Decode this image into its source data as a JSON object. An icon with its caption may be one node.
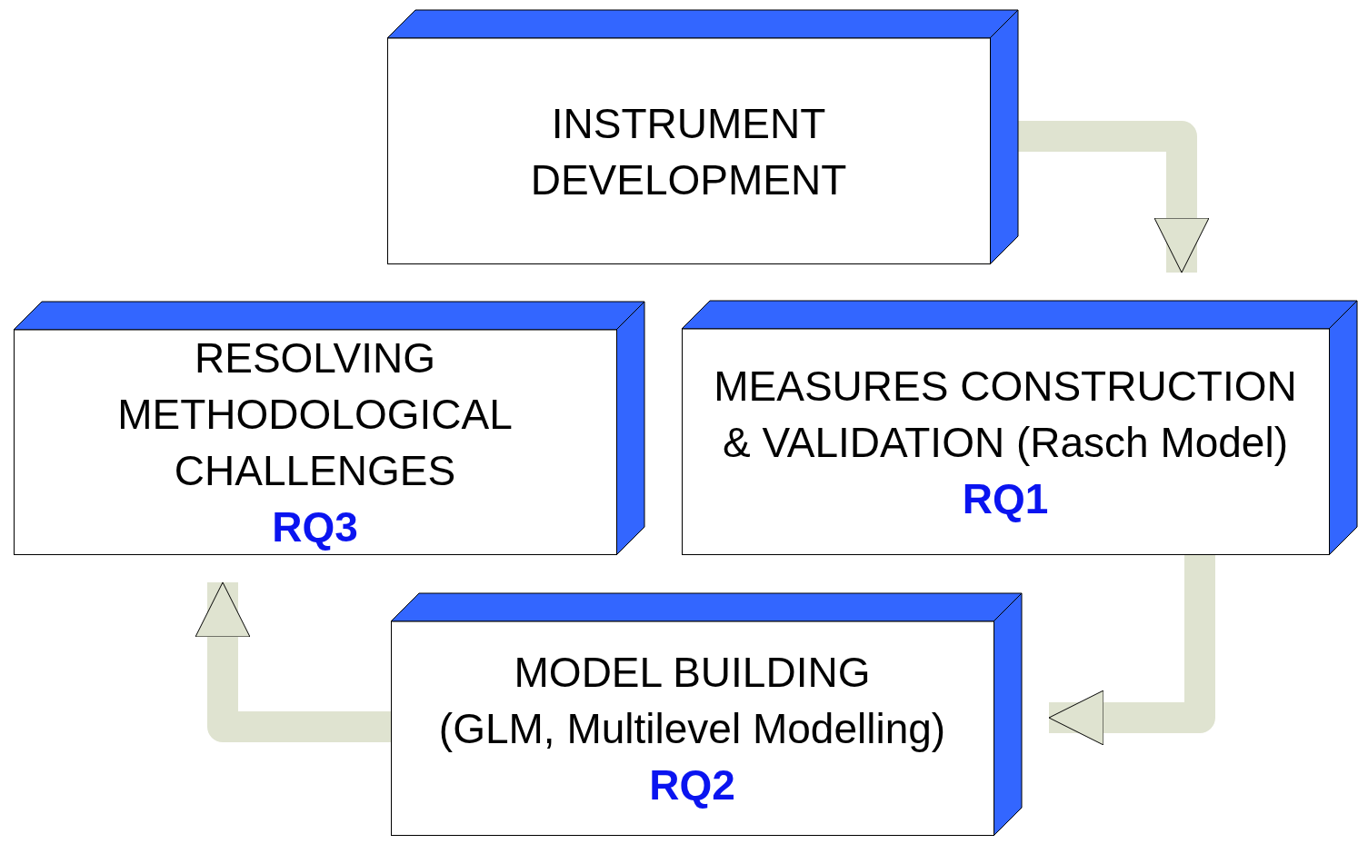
{
  "diagram": {
    "nodes": [
      {
        "text": [
          "INSTRUMENT DEVELOPMENT"
        ]
      },
      {
        "text": [
          "MEASURES CONSTRUCTION & VALIDATION (Rasch Model)",
          "RQ1"
        ]
      },
      {
        "text": [
          "MODEL BUILDING",
          "(GLM, Multilevel Modelling)",
          "RQ2"
        ]
      },
      {
        "text": [
          "RESOLVING METHODOLOGICAL CHALLENGES",
          "RQ3"
        ]
      }
    ],
    "edges": [
      {
        "from": 0,
        "to": 1,
        "arrow": "to"
      },
      {
        "from": 1,
        "to": 2,
        "arrow": "to"
      },
      {
        "from": 2,
        "to": 3,
        "arrow": "to"
      }
    ]
  }
}
